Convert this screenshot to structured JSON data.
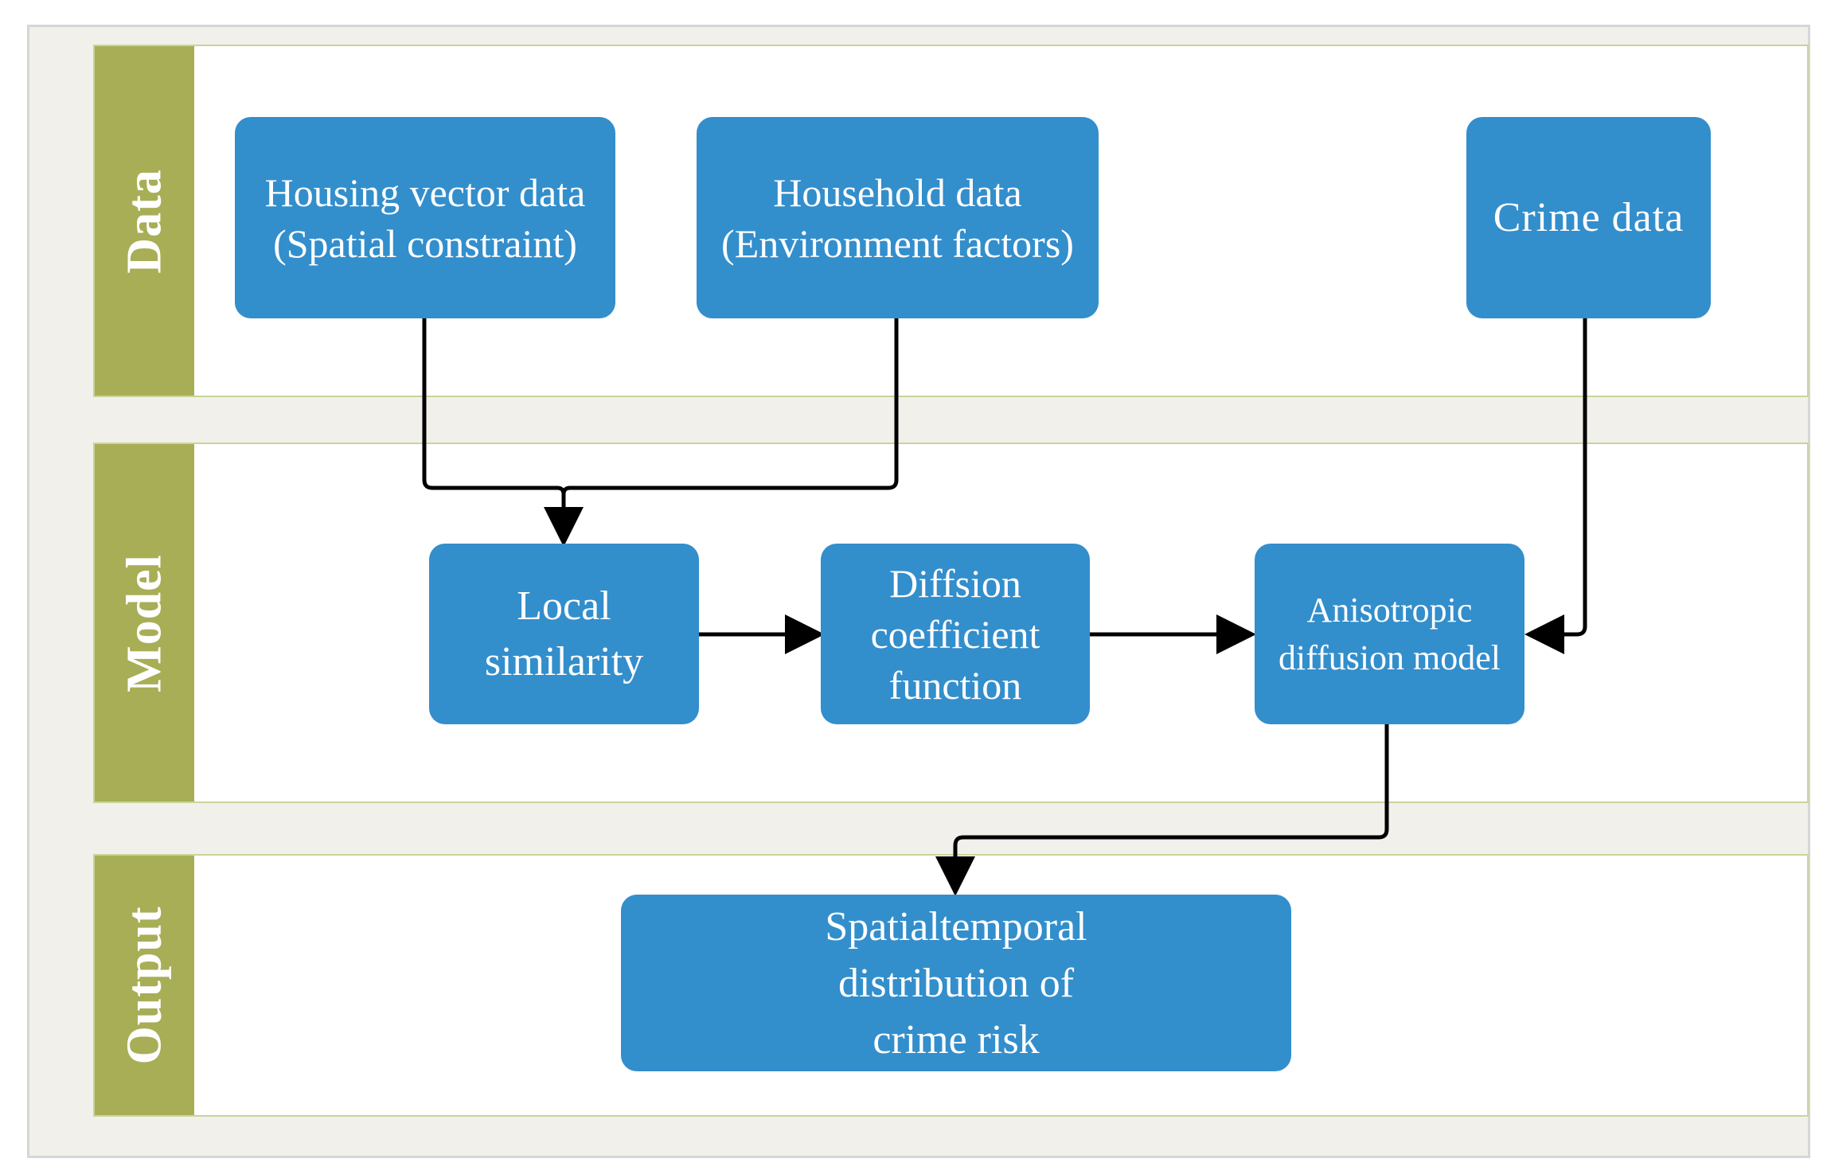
{
  "lanes": {
    "data": "Data",
    "model": "Model",
    "output": "Output"
  },
  "nodes": {
    "housing": "Housing vector data\n(Spatial constraint)",
    "household": "Household data\n(Environment factors)",
    "crime": "Crime data",
    "local_similarity": "Local\nsimilarity",
    "diffusion_coefficient": "Diffsion\ncoefficient\nfunction",
    "anisotropic": "Anisotropic\ndiffusion model",
    "output": "Spatialtemporal\ndistribution of\ncrime risk"
  },
  "colors": {
    "node_fill": "#338ecc",
    "lane_label": "#a8ae55",
    "lane_border": "#c9d49a",
    "background": "#f2f0ea",
    "arrow": "#000000"
  }
}
